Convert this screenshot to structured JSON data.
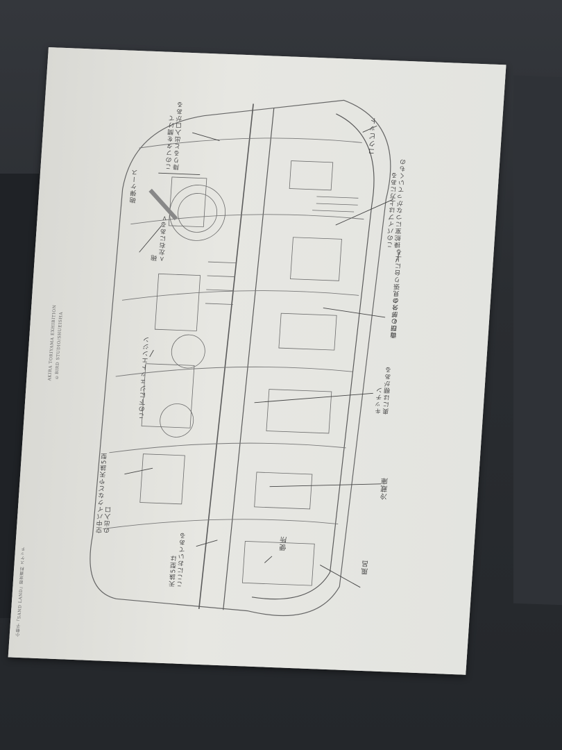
{
  "scene": {
    "description": "Photo of a printed pencil sketch (airship interior cutaway) lying rotated on a dark table",
    "colors": {
      "table": "#2b2e33",
      "paper": "#e4e4e0",
      "ink": "#555555"
    }
  },
  "sketch": {
    "labels": [
      {
        "id": "cockpit",
        "text": "コクピット"
      },
      {
        "id": "pipe",
        "text": "このパイプは上方にある\n操舵室につながっていくもの"
      },
      {
        "id": "lookout",
        "text": "背びし部分の見張り台に上る"
      },
      {
        "id": "yamada_desk",
        "text": "山田のデスク"
      },
      {
        "id": "kitchen",
        "text": "キッチン\n奥には棚がある"
      },
      {
        "id": "storage",
        "text": "冷蔵庫"
      },
      {
        "id": "bath",
        "text": "風呂"
      },
      {
        "id": "toilet",
        "text": "便所"
      },
      {
        "id": "tenchu_here",
        "text": "天誅5型は\nここにおいてある"
      },
      {
        "id": "air_bike_exit",
        "text": "空中バイクなどや天誅5型\nの出入口"
      },
      {
        "id": "jet_engine",
        "text": "この下にジェットエンジン"
      },
      {
        "id": "cannon",
        "text": "砲\n<左右にある>"
      },
      {
        "id": "shell_case",
        "text": "砲弾ケース"
      },
      {
        "id": "hatch",
        "text": "このフタを開けて\n降りると出入口がある"
      }
    ],
    "credit_line_1": "AKIRA TORIYAMA EXHIBITION",
    "credit_line_2": "©BIRD STUDIO/SHUEISHA",
    "footer_caption": "小冊子『SAND LAND』設定資料 スケッチ"
  }
}
